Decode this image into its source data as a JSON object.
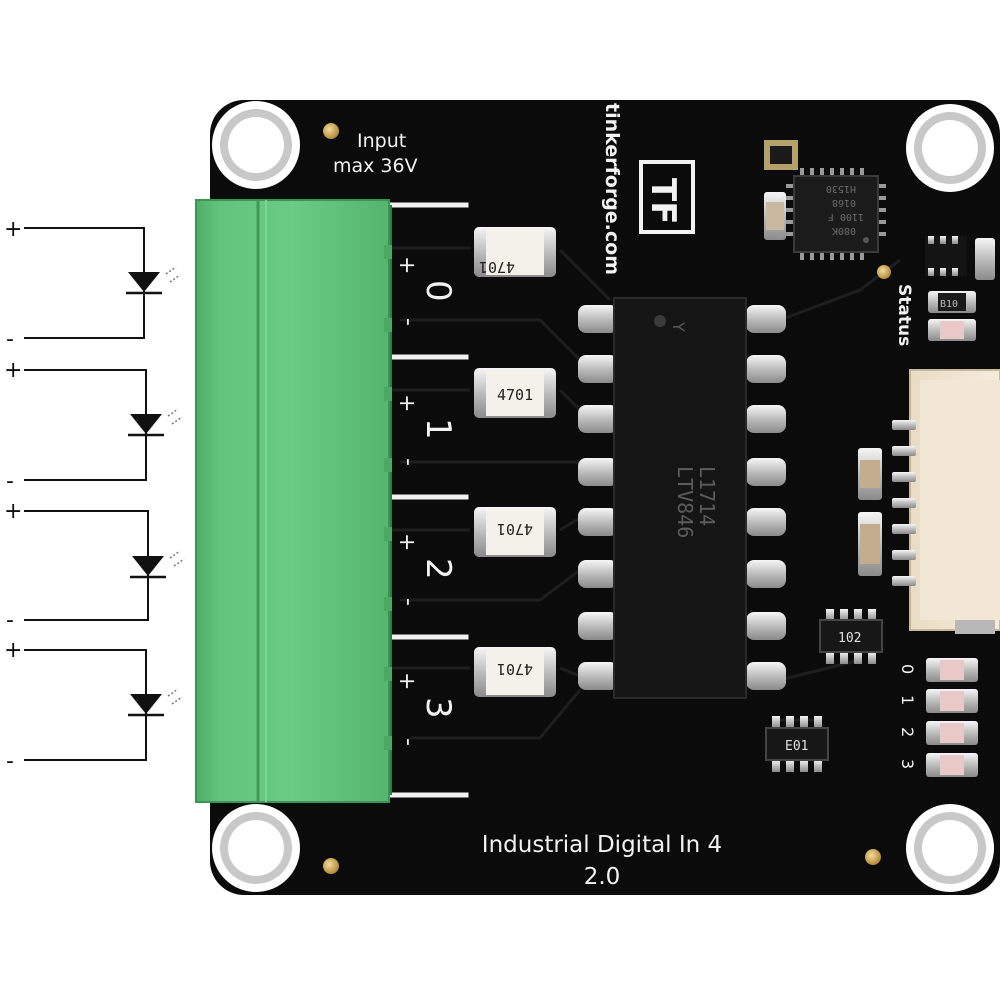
{
  "board": {
    "brand": "tinkerforge.com",
    "logo_text": "TF",
    "input_label_line1": "Input",
    "input_label_line2": "max 36V",
    "status_label": "Status",
    "title": "Industrial Digital In 4",
    "version": "2.0",
    "channel_labels": [
      "0",
      "1",
      "2",
      "3"
    ],
    "plus_sign": "+",
    "minus_sign": "-",
    "led_labels": [
      "0",
      "1",
      "2",
      "3"
    ]
  },
  "components": {
    "resistor_marking": "4701",
    "optocoupler_line1": "L1714",
    "optocoupler_line2": "LTV846",
    "optocoupler_mark": "Y",
    "mcu_line1": "H1530",
    "mcu_line2": "0168",
    "mcu_line3": "1100 F",
    "mcu_line4": "080K",
    "diode_array_top": "102",
    "diode_array_bottom": "E01",
    "status_led_marking": "B10"
  },
  "schematic": {
    "plus_signs": [
      "+",
      "+",
      "+",
      "+"
    ],
    "minus_signs": [
      "-",
      "-",
      "-",
      "-"
    ]
  },
  "colors": {
    "pcb": "#0b0b0b",
    "terminal": "#5fc07a",
    "silkscreen": "#f2f2f2"
  }
}
